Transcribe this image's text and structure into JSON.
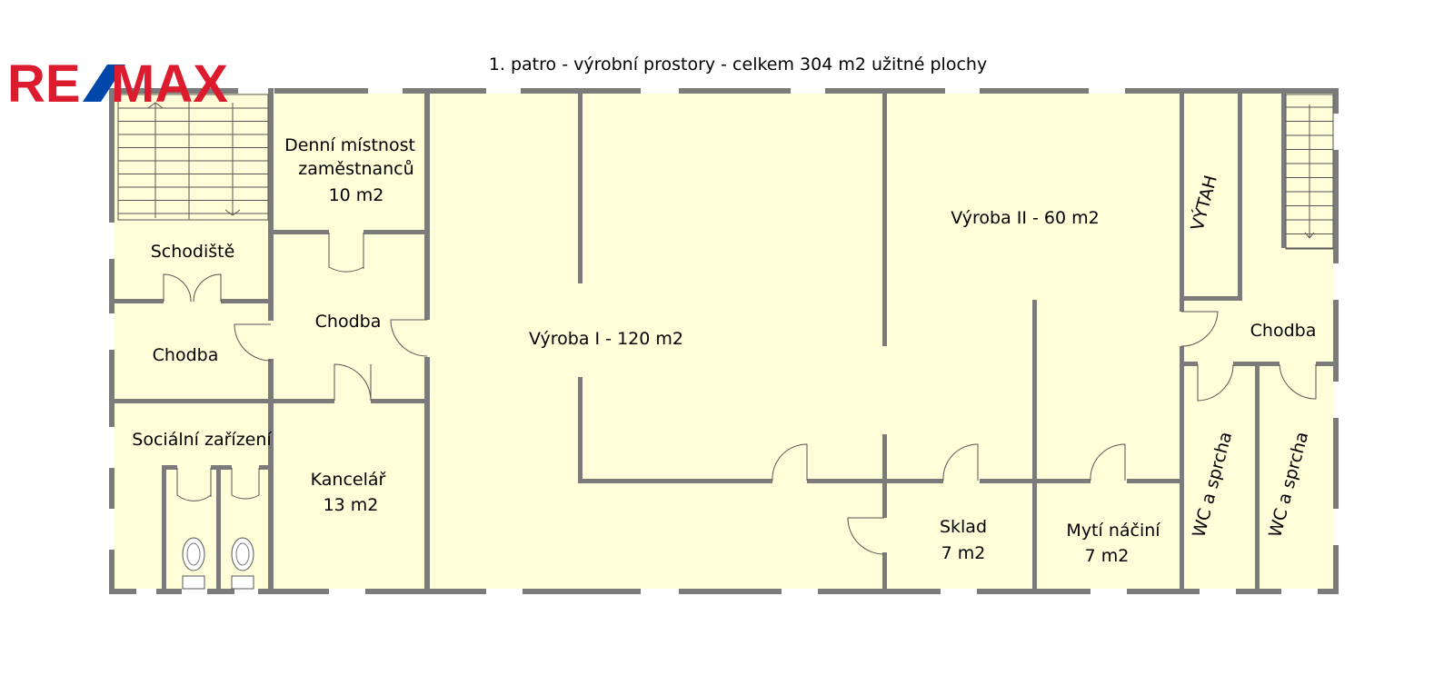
{
  "title": "1. patro - výrobní prostory - celkem 304 m2 užitné plochy",
  "logo": {
    "text": "RE/MAX",
    "red": "#dc1c2e",
    "blue": "#0047ab"
  },
  "colors": {
    "floor": "#fefed8",
    "wall": "#7b7b7b"
  },
  "rooms": {
    "denni": [
      "Denní místnost",
      "zaměstnanců",
      "10 m2"
    ],
    "schodiste": "Schodiště",
    "chodba_left": "Chodba",
    "chodba_mid": "Chodba",
    "socialni": "Sociální zařízení",
    "kancelar": [
      "Kancelář",
      "13 m2"
    ],
    "vyroba1": "Výroba I - 120 m2",
    "vyroba2": "Výroba II - 60 m2",
    "vytah": "VÝTAH",
    "chodba_right": "Chodba",
    "sklad": [
      "Sklad",
      "7 m2"
    ],
    "myti": [
      "Mytí náčiní",
      "7 m2"
    ],
    "wc1": "WC a sprcha",
    "wc2": "WC a sprcha"
  }
}
